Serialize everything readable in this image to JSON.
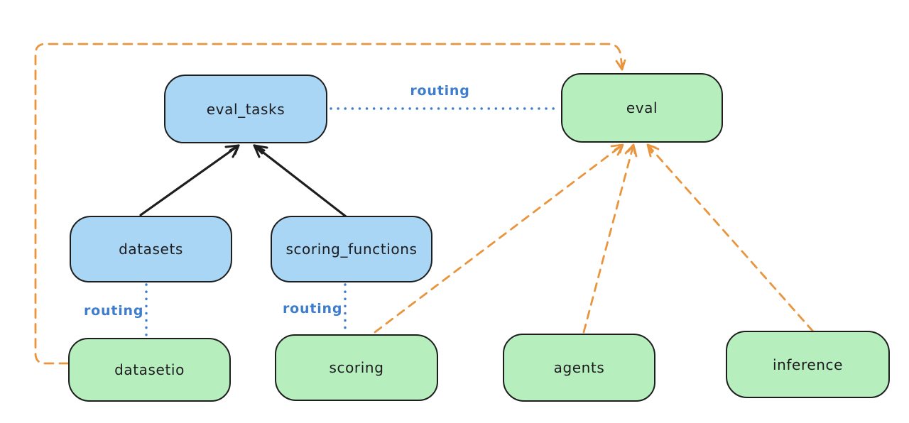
{
  "diagram": {
    "title": "",
    "nodes": [
      {
        "id": "eval_tasks",
        "label": "eval_tasks",
        "kind": "resource",
        "fill": "#a9d6f5"
      },
      {
        "id": "eval",
        "label": "eval",
        "kind": "api",
        "fill": "#b6eebe"
      },
      {
        "id": "datasets",
        "label": "datasets",
        "kind": "resource",
        "fill": "#a9d6f5"
      },
      {
        "id": "scoring_functions",
        "label": "scoring_functions",
        "kind": "resource",
        "fill": "#a9d6f5"
      },
      {
        "id": "datasetio",
        "label": "datasetio",
        "kind": "api",
        "fill": "#b6eebe"
      },
      {
        "id": "scoring",
        "label": "scoring",
        "kind": "api",
        "fill": "#b6eebe"
      },
      {
        "id": "agents",
        "label": "agents",
        "kind": "api",
        "fill": "#b6eebe"
      },
      {
        "id": "inference",
        "label": "inference",
        "kind": "api",
        "fill": "#b6eebe"
      }
    ],
    "edges": [
      {
        "from": "datasets",
        "to": "eval_tasks",
        "style": "solid",
        "color": "#1e1e1e",
        "arrow": true,
        "label": ""
      },
      {
        "from": "scoring_functions",
        "to": "eval_tasks",
        "style": "solid",
        "color": "#1e1e1e",
        "arrow": true,
        "label": ""
      },
      {
        "from": "eval_tasks",
        "to": "eval",
        "style": "dotted",
        "color": "#3e7dcc",
        "arrow": false,
        "label": "routing"
      },
      {
        "from": "datasets",
        "to": "datasetio",
        "style": "dotted",
        "color": "#3e7dcc",
        "arrow": false,
        "label": "routing"
      },
      {
        "from": "scoring_functions",
        "to": "scoring",
        "style": "dotted",
        "color": "#3e7dcc",
        "arrow": false,
        "label": "routing"
      },
      {
        "from": "scoring",
        "to": "eval",
        "style": "dashed",
        "color": "#e9953e",
        "arrow": true,
        "label": ""
      },
      {
        "from": "agents",
        "to": "eval",
        "style": "dashed",
        "color": "#e9953e",
        "arrow": true,
        "label": ""
      },
      {
        "from": "inference",
        "to": "eval",
        "style": "dashed",
        "color": "#e9953e",
        "arrow": true,
        "label": ""
      },
      {
        "from": "datasetio",
        "to": "eval",
        "style": "dashed-elbow",
        "color": "#e9953e",
        "arrow": true,
        "label": ""
      }
    ],
    "colors": {
      "background": "#ffffff",
      "node_border": "#1e1e1e",
      "node_fill_blue": "#a9d6f5",
      "node_fill_green": "#b6eebe",
      "solid_arrow": "#1e1e1e",
      "dashed_arrow": "#e9953e",
      "routing_line": "#3e7dcc",
      "text": "#1c1c1e"
    }
  }
}
